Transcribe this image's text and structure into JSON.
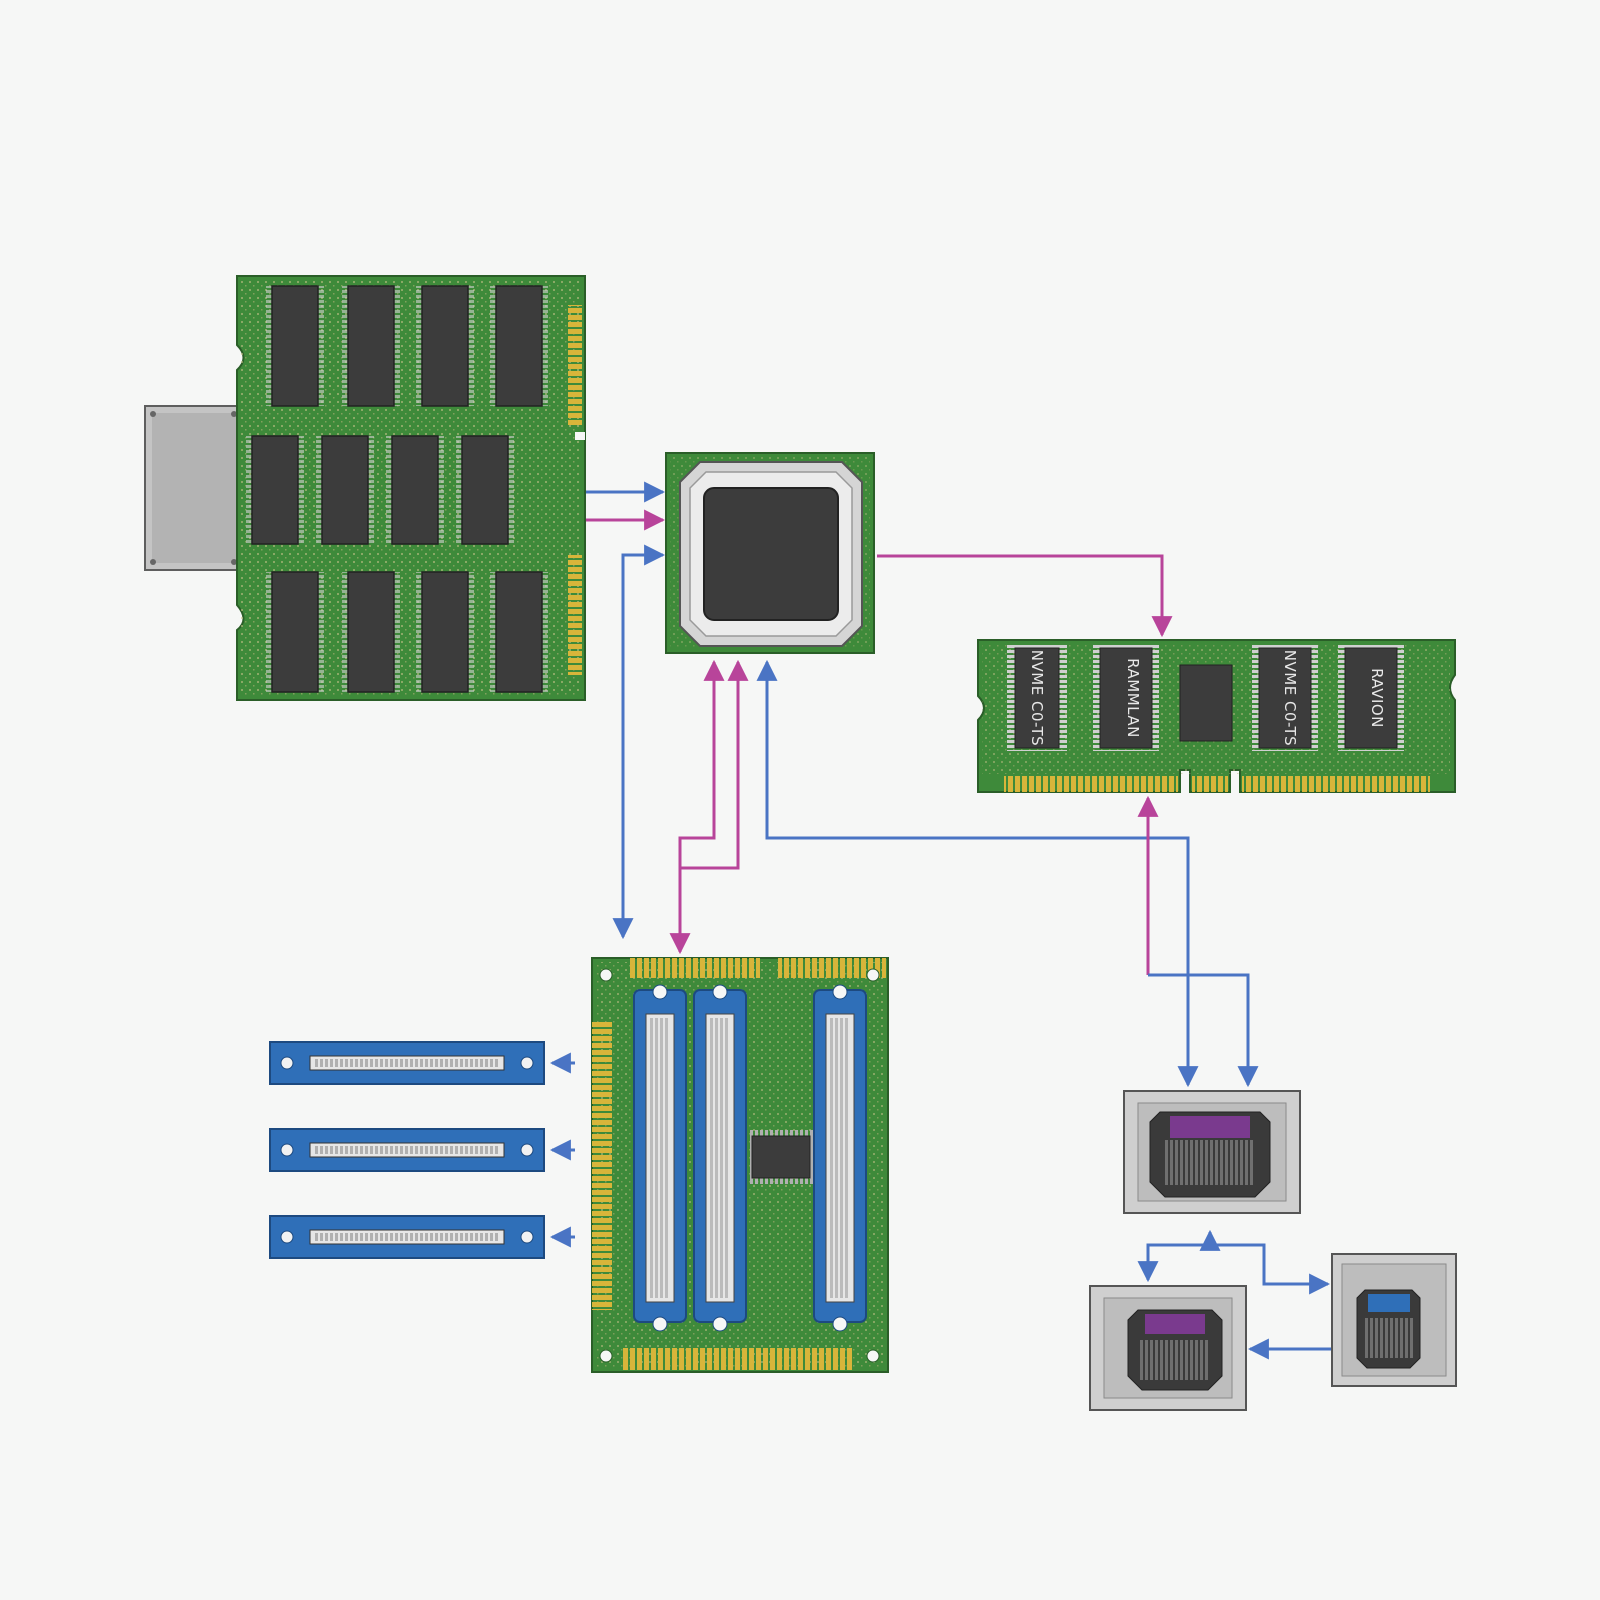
{
  "colors": {
    "background": "#f6f7f6",
    "pcb_green": "#3e8a3a",
    "pcb_edge": "#2a5e28",
    "chip_dark": "#3c3c3c",
    "gold": "#d8b53a",
    "slot_blue": "#2f6fb8",
    "arrow_blue": "#4a74c4",
    "arrow_magenta": "#b8449a",
    "metal_gray": "#c4c4c4",
    "port_purple": "#7a3a8e"
  },
  "components": {
    "memory_board": {
      "icon": "dram-module-board-icon"
    },
    "ssd_plate": {
      "icon": "ssd-heatsink-icon"
    },
    "cpu": {
      "icon": "cpu-processor-icon"
    },
    "ram_stick": {
      "icon": "ram-stick-icon",
      "chip_labels": [
        "NVME C0-TS",
        "RAMMLAN",
        "NVME C0-TS",
        "RAVION"
      ]
    },
    "expansion_board": {
      "icon": "pci-expansion-board-icon"
    },
    "expansion_cards": {
      "icon": "pci-bracket-card-icon",
      "count": 3
    },
    "ports": {
      "icons": [
        "io-port-connector-icon",
        "io-port-connector-icon",
        "io-port-connector-icon"
      ]
    }
  },
  "connections": [
    {
      "from": "memory_board",
      "to": "cpu",
      "color": "blue"
    },
    {
      "from": "memory_board",
      "to": "cpu",
      "color": "magenta"
    },
    {
      "from": "expansion_board",
      "to": "cpu",
      "color": "blue"
    },
    {
      "from": "cpu",
      "to": "ram_stick",
      "color": "magenta"
    },
    {
      "from": "expansion_board",
      "to": "cpu",
      "color": "magenta"
    },
    {
      "from": "cpu",
      "to": "port_top",
      "color": "blue"
    },
    {
      "from": "port_top",
      "to": "ram_stick",
      "color": "magenta"
    },
    {
      "from": "expansion_board",
      "to": "expansion_cards",
      "color": "blue"
    },
    {
      "from": "port_top",
      "to": "port_bottom_left",
      "color": "blue"
    },
    {
      "from": "port_right",
      "to": "port_bottom_left",
      "color": "blue"
    }
  ]
}
